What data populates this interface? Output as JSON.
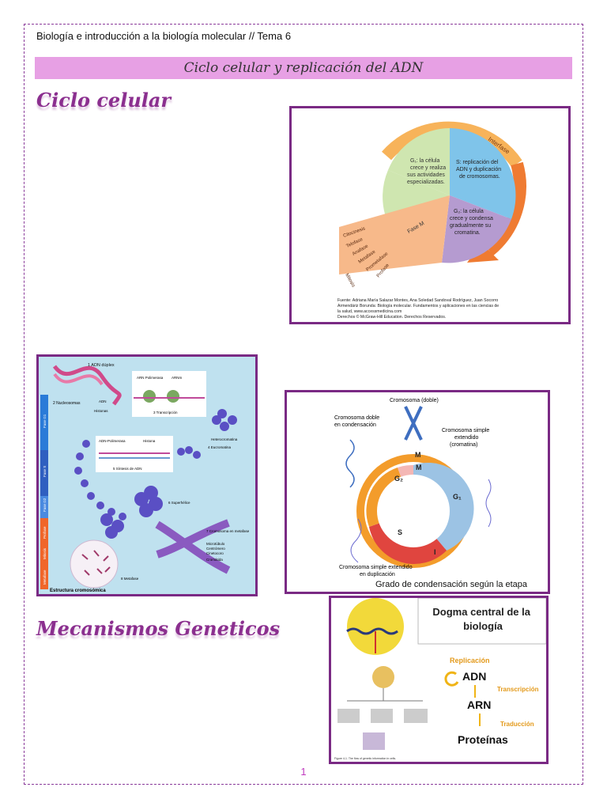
{
  "header": {
    "text": "Biología e introducción a la biología molecular // Tema 6"
  },
  "title": "Ciclo celular y replicación del ADN",
  "sections": {
    "cell_cycle": "Ciclo celular",
    "genetic": "Mecanismos Geneticos"
  },
  "figure1": {
    "g1": [
      "G₁: la célula",
      "crece y realiza",
      "sus actividades",
      "especializadas."
    ],
    "s": [
      "S: replicación del",
      "ADN y duplicación",
      "de cromosomas."
    ],
    "g2": [
      "G₂: la célula",
      "crece y condensa",
      "gradualmente su",
      "cromatina."
    ],
    "interphase": "Interfase",
    "phase_m": "Fase M",
    "mitosis": [
      "Citocinesis",
      "Telofase",
      "Anafase",
      "Metafase",
      "Prometafase",
      "Profase"
    ],
    "mitosis_label": "Mitosis",
    "source": [
      "Fuente: Adriana María Salazar Montes, Ana Soledad Sandoval Rodríguez, Juan Socorro",
      "Armendáriz Borunda: Biología molecular. Fundamentos y aplicaciones en las ciencias de",
      "la salud, www.accessmedicina.com",
      "Derechos © McGraw-Hill Education. Derechos Reservados."
    ]
  },
  "figure2": {
    "labels": {
      "adn_duplex": "1 ADN dúplex",
      "arn_pol": "ARN Polimerasa",
      "arnm": "ARNm",
      "nucleosomas": "2 Nucleosomas",
      "adn": "ADN",
      "histonas": "Histonas",
      "transcripcion": "3 Transcripción",
      "heterocromatina": "Heterocromatina",
      "eucromatina": "4 Eucromatina",
      "adn_pol": "ADN-Polimerasa",
      "histona": "Histona",
      "sintesis": "5 Síntesis de ADN",
      "superhelice": "6 Superhélice",
      "cromosoma_metafase": "7 Cromosoma en metafase",
      "microtubulo": "Microtúbulo",
      "centromero": "Centrómero",
      "cinetocoro": "Cinetocoro",
      "cromatida": "Cromátida",
      "metafase": "8 Metafase",
      "estructura": "Estructura cromosómica"
    },
    "phases": [
      "Fase G1",
      "Fase S",
      "Fase G2",
      "Profase",
      "Mitosis",
      "Metafase"
    ]
  },
  "figure3": {
    "cromosoma_doble": "Cromosoma (doble)",
    "doble_condensacion": [
      "Cromosoma doble",
      "en condensación"
    ],
    "simple_extendido": [
      "Cromosoma simple",
      "extendido",
      "(cromatina)"
    ],
    "simple_duplicacion": [
      "Cromosoma simple extendido",
      "en duplicación"
    ],
    "phases": {
      "m_outer": "M",
      "m_inner": "M",
      "g2": "G₂",
      "g1": "G₁",
      "s": "S",
      "i": "I"
    },
    "caption": "Grado de condensación según la etapa"
  },
  "figure4": {
    "title": [
      "Dogma central de la",
      "biología"
    ],
    "replicacion": "Replicación",
    "adn": "ADN",
    "transcripcion": "Transcripción",
    "arn": "ARN",
    "traduccion": "Traducción",
    "proteinas": "Proteínas",
    "figure_caption": "Figure 4-1. The flow of genetic information in cells."
  },
  "page_number": "1",
  "colors": {
    "accent": "#8b2f8f",
    "title_bar": "#e7a0e4",
    "orange": "#f39c2b",
    "blue": "#9cc3e4",
    "red": "#e0453f"
  }
}
